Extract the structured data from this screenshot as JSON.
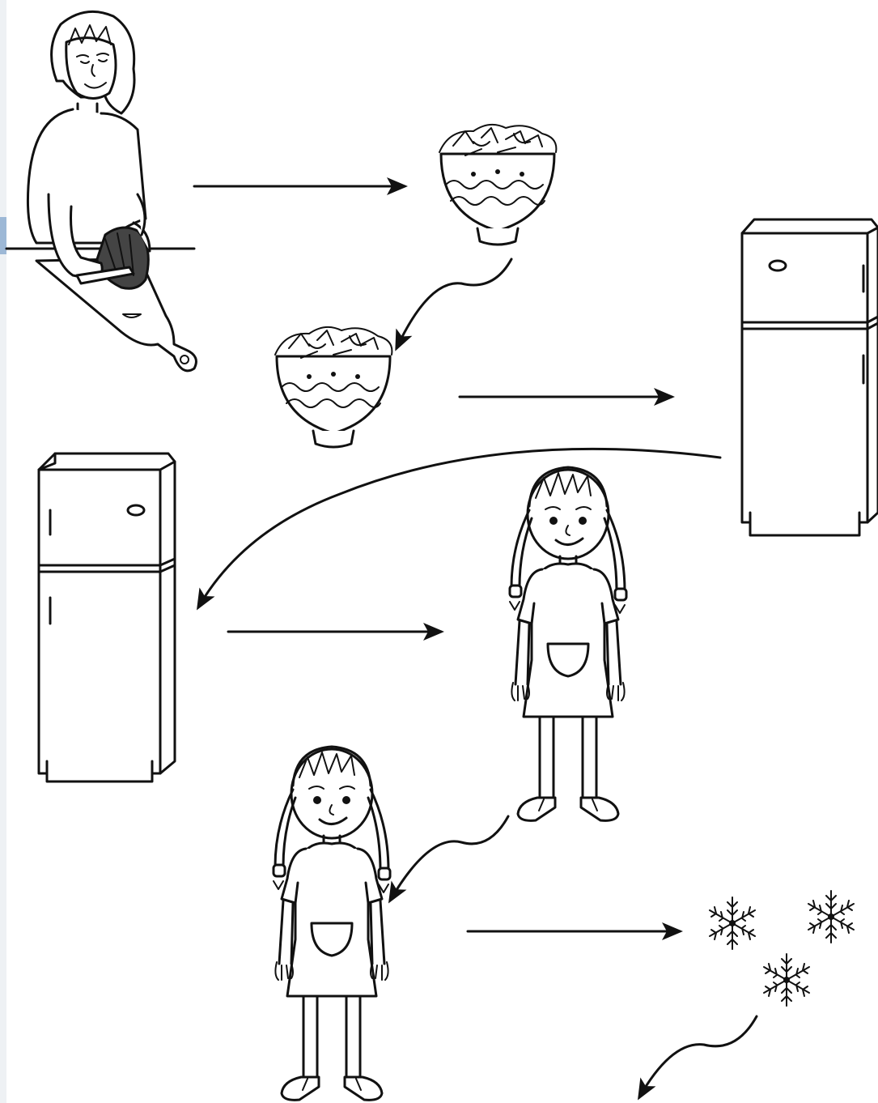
{
  "diagram": {
    "steps": [
      {
        "id": "woman-cutting",
        "icon": "woman-cutting-vegetables-icon"
      },
      {
        "id": "salad-bowl-1",
        "icon": "salad-bowl-icon"
      },
      {
        "id": "salad-bowl-2",
        "icon": "salad-bowl-icon"
      },
      {
        "id": "fridge-right",
        "icon": "refrigerator-icon"
      },
      {
        "id": "fridge-left",
        "icon": "refrigerator-icon"
      },
      {
        "id": "girl-1",
        "icon": "girl-icon"
      },
      {
        "id": "girl-2",
        "icon": "girl-icon"
      },
      {
        "id": "snowflakes",
        "icon": "snowflake-icon"
      }
    ],
    "colors": {
      "line": "#111111",
      "background": "#ffffff",
      "edge_accent": "#9db8d6"
    }
  }
}
